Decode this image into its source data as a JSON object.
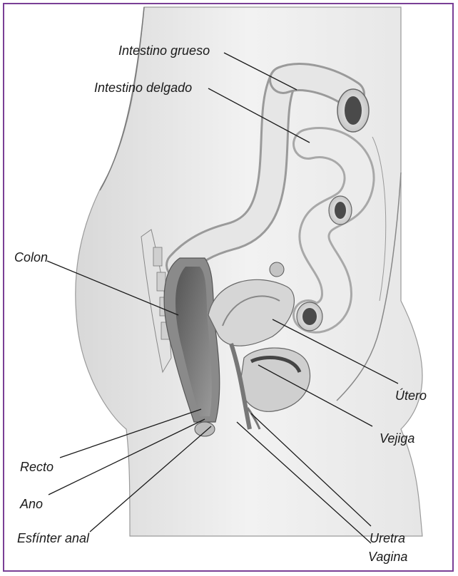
{
  "figure": {
    "border_color": "#7a3f96",
    "labels": {
      "intestino_grueso": "Intestino grueso",
      "intestino_delgado": "Intestino delgado",
      "colon": "Colon",
      "utero": "Útero",
      "vejiga": "Vejiga",
      "recto": "Recto",
      "ano": "Ano",
      "esfinter_anal": "Esfínter anal",
      "uretra": "Uretra",
      "vagina": "Vagina"
    }
  }
}
